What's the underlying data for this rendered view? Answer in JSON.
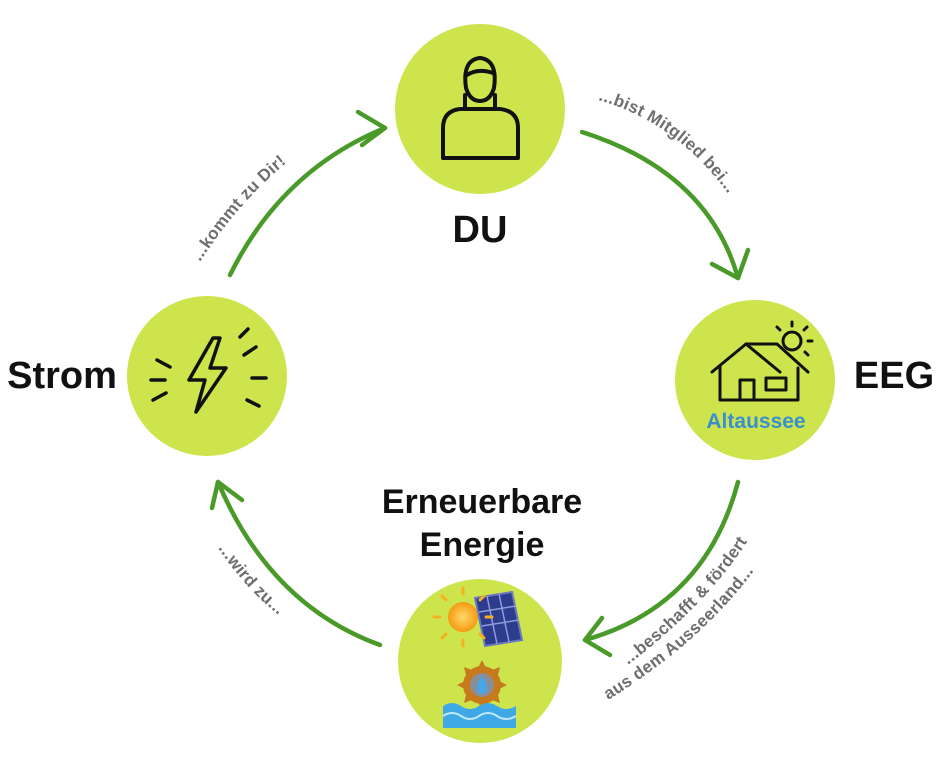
{
  "colors": {
    "circle_fill": "#cde44d",
    "arrow": "#4a9a2a",
    "icon_stroke": "#111111",
    "arc_text": "#6e6e6e",
    "place_text": "#3a8fd1"
  },
  "nodes": {
    "du": {
      "label": "DU",
      "icon": "person-icon"
    },
    "eeg": {
      "label": "EEG",
      "icon": "house-sun-icon",
      "place": "Altaussee"
    },
    "energie": {
      "label_line1": "Erneuerbare",
      "label_line2": "Energie",
      "icon": "renewables-icon"
    },
    "strom": {
      "label": "Strom",
      "icon": "lightning-icon"
    }
  },
  "arcs": {
    "top_left": "...kommt zu Dir!",
    "top_right": "...bist Mitglied bei...",
    "bottom_right_line1": "...beschafft & fördert",
    "bottom_right_line2": "aus dem Ausseerland...",
    "bottom_left": "...wird zu..."
  }
}
